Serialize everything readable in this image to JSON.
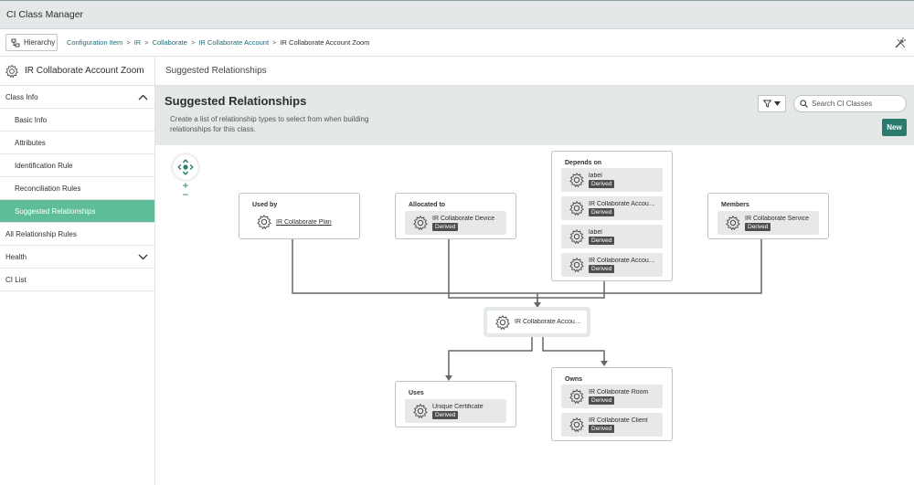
{
  "app": {
    "title": "CI Class Manager"
  },
  "toolbar": {
    "hierarchy_label": "Hierarchy"
  },
  "breadcrumbs": {
    "items": [
      "Configuration Item",
      "IR",
      "Collaborate",
      "IR Collaborate Account"
    ],
    "current": "IR Collaborate Account Zoom",
    "separator": ">"
  },
  "sidebar": {
    "class_name": "IR Collaborate Account Zoom",
    "class_info_label": "Class Info",
    "class_info_items": [
      "Basic Info",
      "Attributes",
      "Identification Rule",
      "Reconciliation Rules",
      "Suggested Relationships"
    ],
    "active_item": "Suggested Relationships",
    "all_rel_rules": "All Relationship Rules",
    "health": "Health",
    "ci_list": "CI List"
  },
  "main": {
    "tab_title": "Suggested Relationships",
    "header_title": "Suggested Relationships",
    "description": "Create a list of relationship types to select from when building relationships for this class.",
    "search_placeholder": "Search CI Classes",
    "new_label": "New"
  },
  "diagram": {
    "badge_label": "Derived",
    "center_node": "IR Collaborate Account Zoom",
    "groups": {
      "used_by": {
        "title": "Used by",
        "items": [
          "IR Collaborate Plan"
        ]
      },
      "allocated_to": {
        "title": "Allocated to",
        "items": [
          "IR Collaborate Device"
        ]
      },
      "depends_on": {
        "title": "Depends on",
        "items": [
          "label",
          "IR Collaborate Account Zoom",
          "label",
          "IR Collaborate Account Zoom"
        ]
      },
      "members": {
        "title": "Members",
        "items": [
          "IR Collaborate Service"
        ]
      },
      "uses": {
        "title": "Uses",
        "items": [
          "Unique Certificate"
        ]
      },
      "owns": {
        "title": "Owns",
        "items": [
          "IR Collaborate Room",
          "IR Collaborate Client"
        ]
      }
    }
  },
  "colors": {
    "active_sidebar": "#5ebd98",
    "new_button": "#2a7b6d",
    "badge": "#4e4e4e",
    "link": "#1f6b77"
  }
}
